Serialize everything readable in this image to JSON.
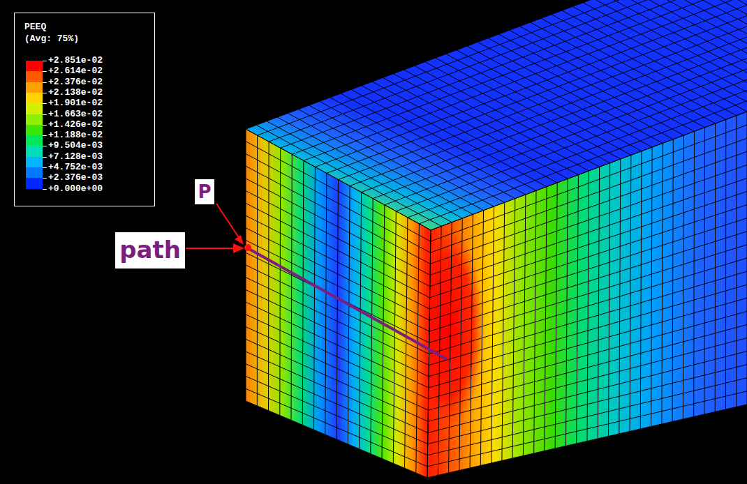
{
  "diagram": {
    "nodes": [
      {
        "text": [
          "P"
        ]
      },
      {
        "text": [
          "path"
        ]
      }
    ],
    "labels": [
      "PEEQ",
      "(Avg: 75%)"
    ],
    "legend": [
      {
        "text": "+2.851e-02",
        "color": "#ff0000"
      },
      {
        "text": "+2.614e-02",
        "color": "#ff5a00"
      },
      {
        "text": "+2.376e-02",
        "color": "#ffa000"
      },
      {
        "text": "+2.138e-02",
        "color": "#ffd200"
      },
      {
        "text": "+1.901e-02",
        "color": "#d2f000"
      },
      {
        "text": "+1.663e-02",
        "color": "#8cf000"
      },
      {
        "text": "+1.426e-02",
        "color": "#3ce600"
      },
      {
        "text": "+1.188e-02",
        "color": "#00e65a"
      },
      {
        "text": "+9.504e-03",
        "color": "#00dcb4"
      },
      {
        "text": "+7.128e-03",
        "color": "#00b4ff"
      },
      {
        "text": "+4.752e-03",
        "color": "#0078ff"
      },
      {
        "text": "+2.376e-03",
        "color": "#0028ff"
      },
      {
        "text": "+0.000e+00"
      }
    ]
  }
}
